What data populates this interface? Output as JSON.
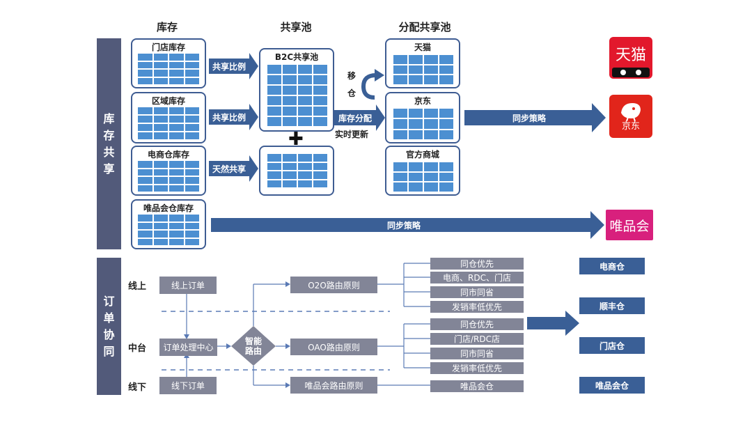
{
  "headers": {
    "inventory": "库存",
    "pool": "共享池",
    "alloc_pool": "分配共享池"
  },
  "side_labels": {
    "inventory_share": "库存共享",
    "order_collab": "订单协同"
  },
  "inventory_panels": [
    "门店库存",
    "区域库存",
    "电商仓库存",
    "唯品会仓库存"
  ],
  "share_arrows": [
    "共享比例",
    "共享比例",
    "天然共享"
  ],
  "pool_panel": "B2C共享池",
  "plus": "✚",
  "move_label": {
    "a": "移",
    "b": "仓"
  },
  "alloc_arrow": {
    "line1": "库存分配",
    "line2": "实时更新"
  },
  "alloc_panels": [
    "天猫",
    "京东",
    "官方商城"
  ],
  "sync_label": "同步策略",
  "sync_label2": "同步策略",
  "logos": {
    "tmall": "天猫",
    "jd": "京东",
    "vip": "唯品会"
  },
  "colors": {
    "blue": "#3a5f96",
    "cell": "#4c8fd1",
    "grey": "#828597",
    "sidebar": "#525a7a",
    "tmall": "#e2182c",
    "jd": "#e1251b",
    "vip": "#d8207d"
  },
  "rows": {
    "online": "线上",
    "middle": "中台",
    "offline": "线下"
  },
  "orders": {
    "online": "线上订单",
    "center": "订单处理中心",
    "offline": "线下订单"
  },
  "smart_route": {
    "line1": "智能",
    "line2": "路由"
  },
  "rules": [
    "O2O路由原则",
    "OAO路由原则",
    "唯品会路由原则"
  ],
  "o2o_items": [
    "同仓优先",
    "电商、RDC、门店",
    "同市同省",
    "发销率低优先"
  ],
  "oao_items": [
    "同仓优先",
    "门店/RDC店",
    "同市同省",
    "发销率低优先"
  ],
  "vip_item": "唯品会仓",
  "warehouses": [
    "电商仓",
    "顺丰仓",
    "门店仓",
    "唯品会仓"
  ]
}
